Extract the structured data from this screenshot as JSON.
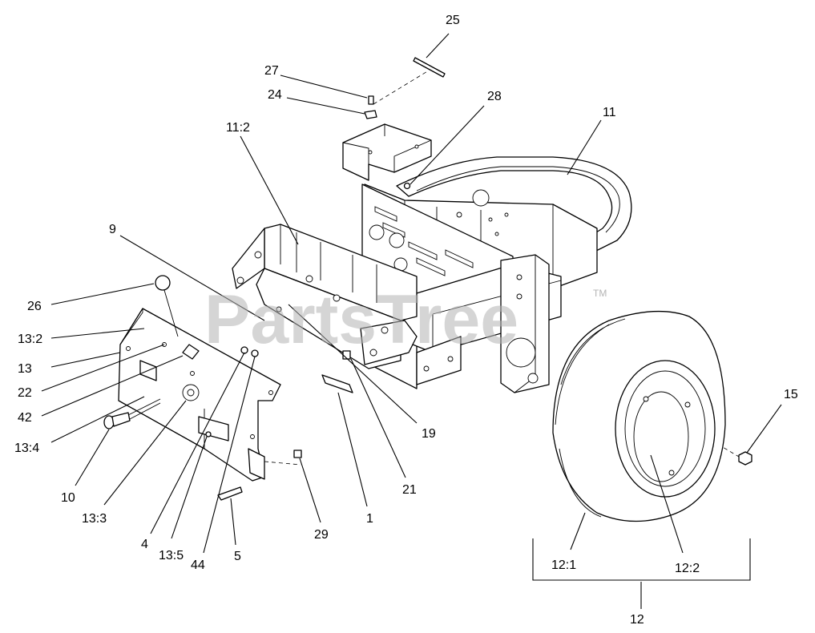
{
  "watermark": {
    "text": "PartsTree",
    "mark": "TM"
  },
  "callouts": [
    {
      "id": "c25",
      "text": "25"
    },
    {
      "id": "c27",
      "text": "27"
    },
    {
      "id": "c24",
      "text": "24"
    },
    {
      "id": "c28",
      "text": "28"
    },
    {
      "id": "c11-2",
      "text": "11:2"
    },
    {
      "id": "c11",
      "text": "11"
    },
    {
      "id": "c9",
      "text": "9"
    },
    {
      "id": "c26",
      "text": "26"
    },
    {
      "id": "c13-2",
      "text": "13:2"
    },
    {
      "id": "c13",
      "text": "13"
    },
    {
      "id": "c22",
      "text": "22"
    },
    {
      "id": "c42",
      "text": "42"
    },
    {
      "id": "c13-4",
      "text": "13:4"
    },
    {
      "id": "c10",
      "text": "10"
    },
    {
      "id": "c13-3",
      "text": "13:3"
    },
    {
      "id": "c4",
      "text": "4"
    },
    {
      "id": "c13-5",
      "text": "13:5"
    },
    {
      "id": "c44",
      "text": "44"
    },
    {
      "id": "c5",
      "text": "5"
    },
    {
      "id": "c29",
      "text": "29"
    },
    {
      "id": "c1",
      "text": "1"
    },
    {
      "id": "c21",
      "text": "21"
    },
    {
      "id": "c19",
      "text": "19"
    },
    {
      "id": "c15",
      "text": "15"
    },
    {
      "id": "c12-1",
      "text": "12:1"
    },
    {
      "id": "c12-2",
      "text": "12:2"
    },
    {
      "id": "c12",
      "text": "12"
    }
  ]
}
